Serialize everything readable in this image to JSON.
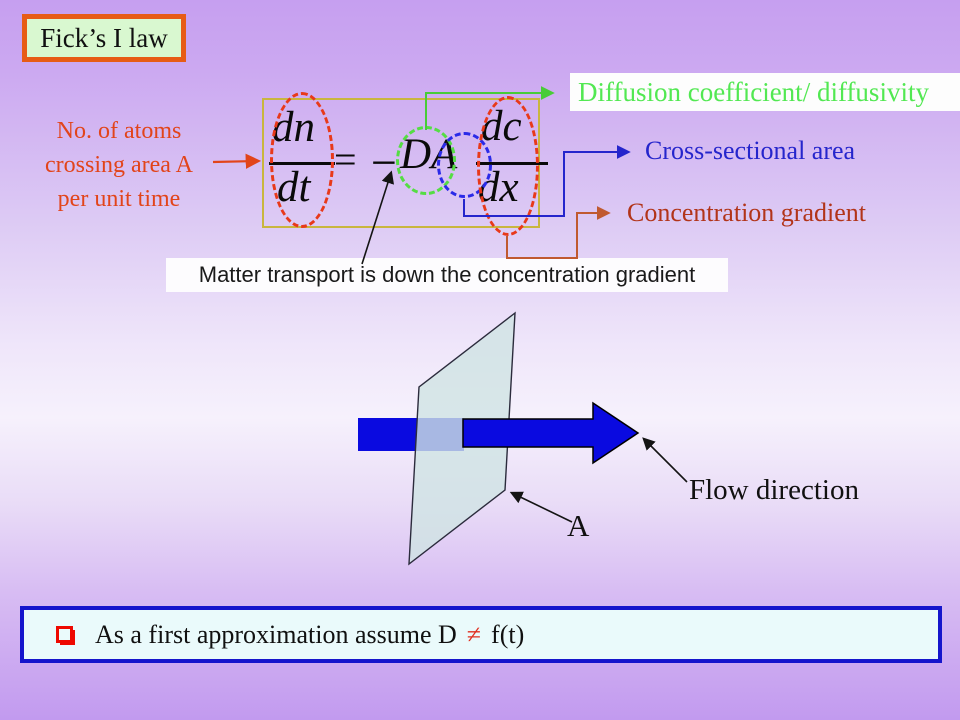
{
  "slide_title": {
    "text": "Fick’s I law"
  },
  "equation": {
    "numerator_left": "dn",
    "denominator_left": "dt",
    "equals_sign": "=",
    "minus_sign": "−",
    "coefficient_terms": "DA",
    "numerator_right": "dc",
    "denominator_right": "dx"
  },
  "callouts": {
    "atoms": {
      "line1": "No. of atoms",
      "line2": "crossing area A",
      "line3": "per unit time"
    },
    "diffusion_coefficient": "Diffusion coefficient/ diffusivity",
    "cross_sectional_area": "Cross-sectional area",
    "concentration_gradient": "Concentration gradient",
    "matter_transport": "Matter transport is down the concentration gradient"
  },
  "illustration": {
    "flow_direction_label": "Flow direction",
    "area_label": "A"
  },
  "footer": {
    "text_before_neq": "As a first approximation assume D",
    "neq_sign": "≠",
    "text_after_neq": "f(t)"
  },
  "colors": {
    "background_top": "#c69ff0",
    "background_middle": "#f6f1fc",
    "background_bottom": "#c29aef",
    "title_box_fill": "#d9f8d0",
    "title_box_border": "#e75c15",
    "equation_box_border": "#c9b63e",
    "red_accent": "#e2441a",
    "green_accent": "#52e852",
    "green_line": "#48cc38",
    "blue_accent": "#2525cc",
    "brown_accent": "#b23419",
    "brown_line": "#c05a30",
    "dashed_red": "#e8391a",
    "dashed_green": "#55dd44",
    "dashed_blue": "#2a2ae8",
    "flow_arrow_blue": "#0a0ae0",
    "plane_fill": "#cfe3e4",
    "footer_fill": "#eafafb",
    "footer_border": "#1515cc",
    "neq_red": "#e03020",
    "bullet_red": "#ee0800"
  }
}
